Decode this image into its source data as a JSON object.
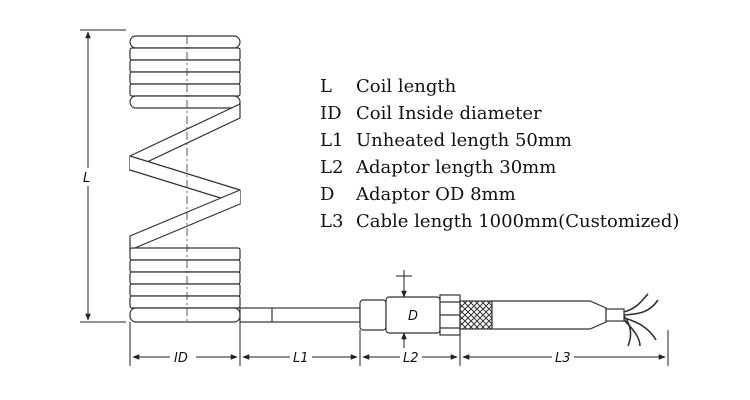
{
  "legend": [
    {
      "code": "L",
      "desc": "Coil length"
    },
    {
      "code": "ID",
      "desc": "Coil Inside diameter"
    },
    {
      "code": "L1",
      "desc": "Unheated length 50mm"
    },
    {
      "code": "L2",
      "desc": "Adaptor length 30mm"
    },
    {
      "code": "D",
      "desc": "Adaptor OD 8mm"
    },
    {
      "code": "L3",
      "desc": "Cable length 1000mm(Customized)"
    }
  ],
  "dimensions": {
    "coil_length": "L",
    "inside_diameter": "ID",
    "unheated": "L1",
    "adaptor": "L2",
    "adaptor_od": "D",
    "cable": "L3"
  }
}
